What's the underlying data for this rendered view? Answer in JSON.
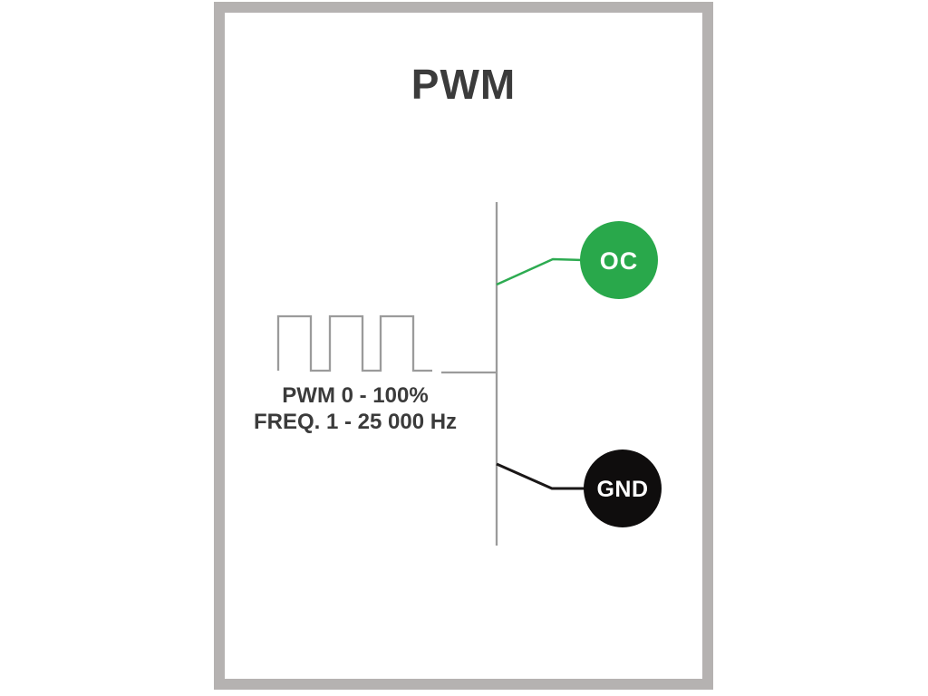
{
  "page": {
    "title": "PWM",
    "caption": {
      "line1": "PWM 0 - 100%",
      "line2": "FREQ. 1 - 25 000 Hz"
    }
  },
  "terminals": [
    {
      "label": "OC",
      "color": "#29a84b",
      "wire_color": "#2dab51"
    },
    {
      "label": "GND",
      "color": "#0f0d0d",
      "wire_color": "#1a1717"
    }
  ],
  "colors": {
    "line_gray": "#9b9b9b",
    "label_text": "#ffffff"
  }
}
